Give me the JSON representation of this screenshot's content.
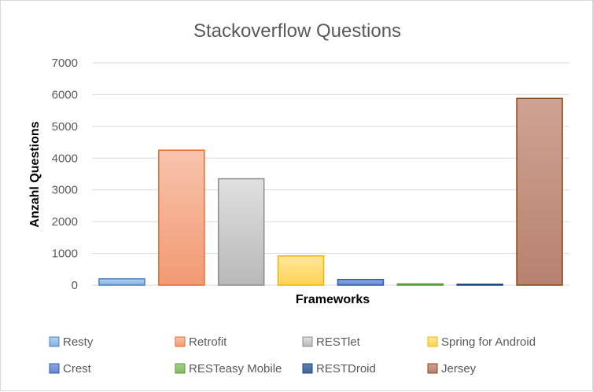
{
  "chart_data": {
    "type": "bar",
    "title": "Stackoverflow Questions",
    "xlabel": "Frameworks",
    "ylabel": "Anzahl Questions",
    "ylim": [
      0,
      7000
    ],
    "yticks": [
      0,
      1000,
      2000,
      3000,
      4000,
      5000,
      6000,
      7000
    ],
    "grid": true,
    "legend_position": "bottom",
    "categories": [
      "Resty",
      "Retrofit",
      "RESTlet",
      "Spring for Android",
      "Crest",
      "RESTeasy Mobile",
      "RESTDroid",
      "Jersey"
    ],
    "values": [
      200,
      4250,
      3350,
      920,
      180,
      40,
      30,
      5880
    ],
    "colors": [
      {
        "top": "#b4d3f0",
        "bottom": "#7fb2e3",
        "stroke": "#4a7fc0"
      },
      {
        "top": "#f8c3ad",
        "bottom": "#f29a73",
        "stroke": "#e36b2e"
      },
      {
        "top": "#e0e0e0",
        "bottom": "#b8b8b8",
        "stroke": "#8c8c8c"
      },
      {
        "top": "#ffe79a",
        "bottom": "#ffd255",
        "stroke": "#f0b400"
      },
      {
        "top": "#8fa8e0",
        "bottom": "#6487d4",
        "stroke": "#2f58b5"
      },
      {
        "top": "#a9d08e",
        "bottom": "#7fb95c",
        "stroke": "#5a9a3a"
      },
      {
        "top": "#5c82b5",
        "bottom": "#3e6799",
        "stroke": "#1f4a7a"
      },
      {
        "top": "#cfa293",
        "bottom": "#b7826f",
        "stroke": "#8b4513"
      }
    ]
  }
}
